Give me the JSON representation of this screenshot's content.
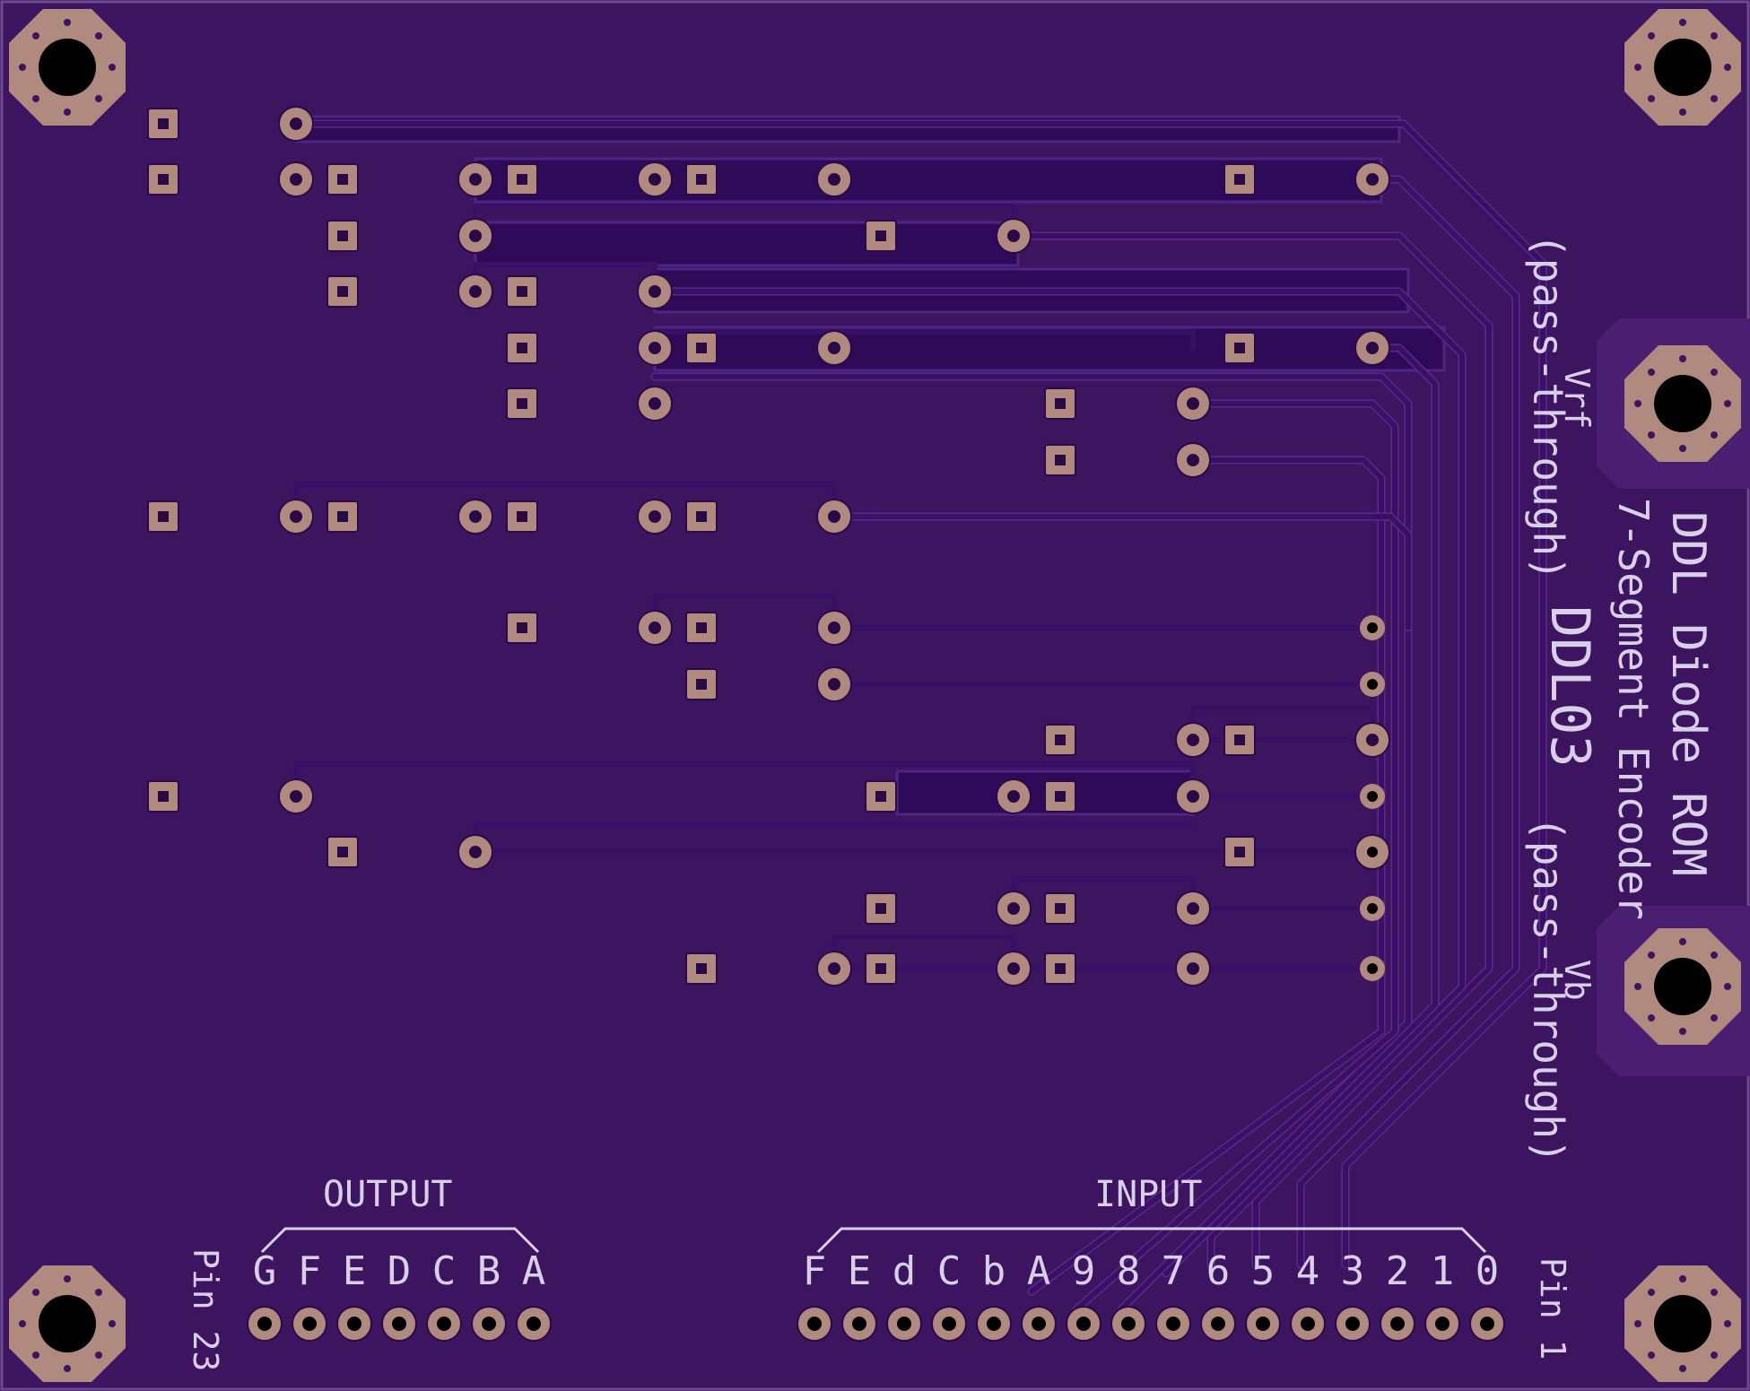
{
  "board": {
    "colors": {
      "board": "#3d145f",
      "border": "#6b4a90",
      "trace": "#3a1066",
      "pour": "#2f0a58",
      "pad": "#b08a7e",
      "silkscreen": "#d8d0e8",
      "hole": "#000000"
    }
  },
  "silkscreen": {
    "title_line1": "DDL Diode ROM",
    "title_line2": "7-Segment Encoder",
    "board_id": "DDL03",
    "vrf_label": "Vrf",
    "vrf_note": "(pass-through)",
    "vb_label": "Vb",
    "vb_note": "(pass-through)",
    "output_label": "OUTPUT",
    "input_label": "INPUT",
    "pin1_label": "Pin 1",
    "pin23_label": "Pin 23",
    "output_pins": [
      "G",
      "F",
      "E",
      "D",
      "C",
      "B",
      "A"
    ],
    "input_pins": [
      "F",
      "E",
      "d",
      "C",
      "b",
      "A",
      "9",
      "8",
      "7",
      "6",
      "5",
      "4",
      "3",
      "2",
      "1",
      "0"
    ]
  }
}
